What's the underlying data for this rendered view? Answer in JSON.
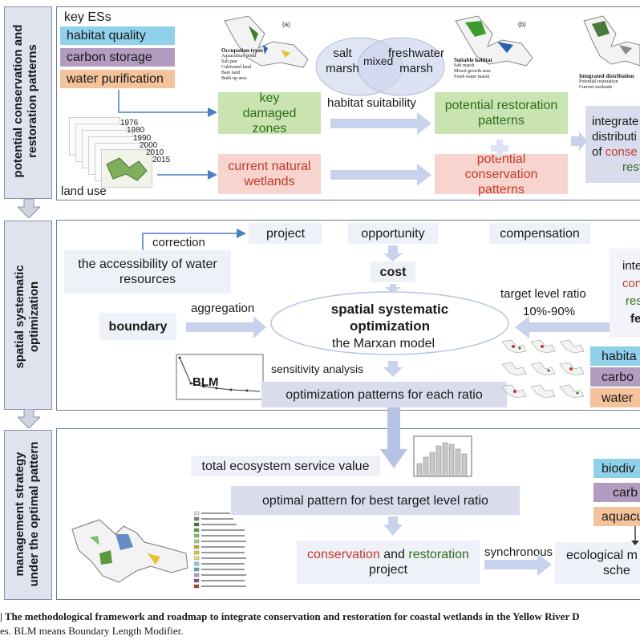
{
  "side_labels": {
    "s1_line1": "potential conservation and",
    "s1_line2": "restoration patterns",
    "s2_line1": "spatial systematic",
    "s2_line2": "optimization",
    "s3_line1": "management strategy",
    "s3_line2": "under the optimal pattern"
  },
  "section1": {
    "key_es_title": "key ESs",
    "es_items": [
      "habitat quality",
      "carbon storage",
      "water purification"
    ],
    "land_use_label": "land use",
    "years": [
      "1976",
      "1980",
      "1990",
      "2000",
      "2010",
      "2015"
    ],
    "key_damaged_zones": "key damaged zones",
    "habitat_suitability": "habitat suitability",
    "potential_restoration_patterns": "potential restoration patterns",
    "current_natural_wetlands": "current natural wetlands",
    "potential_conservation_patterns": "potential conservation patterns",
    "venn_left": "salt marsh",
    "venn_mid": "mixed",
    "venn_right": "freshwater marsh",
    "integrated_line1": "integrate",
    "integrated_line2": "distributi",
    "integrated_line3a": "of ",
    "integrated_line3b": "conse",
    "integrated_line4": "rest",
    "map_a_tag": "(a)",
    "map_b_tag": "(b)",
    "map_a_legend_title": "Occupation types",
    "map_a_legend": [
      "Aquaculture pond",
      "Salt pan",
      "Cultivated land",
      "Bare land",
      "Built-up area"
    ],
    "map_b_legend_title": "Suitable habitat",
    "map_b_legend": [
      "Salt marsh",
      "Mixed growth area",
      "Fresh water marsh"
    ],
    "map_c_legend_title": "Integrated distribution",
    "map_c_legend": [
      "Potential restoration",
      "Current wetlands"
    ]
  },
  "section2": {
    "correction": "correction",
    "project": "project",
    "opportunity": "opportunity",
    "compensation": "compensation",
    "accessibility": "the accessibility of water resources",
    "cost": "cost",
    "right_partial_1": "inte",
    "right_partial_2": "cons",
    "right_partial_3": "res",
    "right_partial_4": "fea",
    "target_level_ratio": "target level ratio",
    "target_range": "10%-90%",
    "boundary": "boundary",
    "aggregation": "aggregation",
    "ellipse_title_1": "spatial systematic",
    "ellipse_title_2": "optimization",
    "ellipse_sub": "the Marxan model",
    "blm": "BLM",
    "sensitivity_analysis": "sensitivity analysis",
    "optimization_patterns": "optimization patterns for each ratio",
    "right_es": [
      "habita",
      "carbo",
      "water"
    ]
  },
  "section3": {
    "total_es_value": "total ecosystem service value",
    "optimal_pattern": "optimal pattern for best target level ratio",
    "conservation_word": "conservation",
    "and_word": " and ",
    "restoration_word": "restoration",
    "project_word": "project",
    "synchronous": "synchronous",
    "ecological_line1": "ecological m",
    "ecological_line2": "sche",
    "right_es": [
      "biodiv",
      "carb",
      "aquacu"
    ]
  },
  "caption": {
    "line1": "| The methodological framework and roadmap to integrate conservation and restoration for coastal wetlands in the Yellow River D",
    "line2": "es. BLM means Boundary Length Modifier."
  },
  "colors": {
    "green_text": "#2d6e1a",
    "red_text": "#c0392b",
    "arrow": "#b7c3e4"
  }
}
